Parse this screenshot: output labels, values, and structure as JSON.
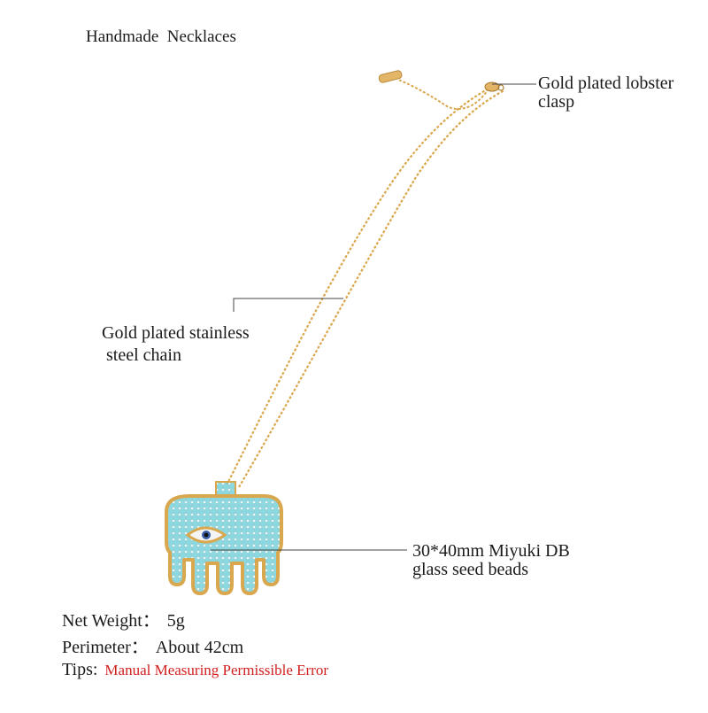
{
  "title": "Handmade  Necklaces",
  "callouts": {
    "clasp": [
      "Gold plated lobster",
      "clasp"
    ],
    "chain": [
      "Gold plated stainless",
      " steel chain"
    ],
    "beads": [
      "30*40mm Miyuki DB",
      "glass seed beads"
    ]
  },
  "specs": {
    "weight_label": "Net Weight：",
    "weight_value": "5g",
    "perimeter_label": "Perimeter：",
    "perimeter_value": "About 42cm",
    "tips_label": "Tips:",
    "tips_value": "Manual Measuring Permissible Error"
  },
  "colors": {
    "gold": "#d9a84e",
    "turquoise": "#7fd3dc",
    "tips_text": "#d11f1f"
  }
}
